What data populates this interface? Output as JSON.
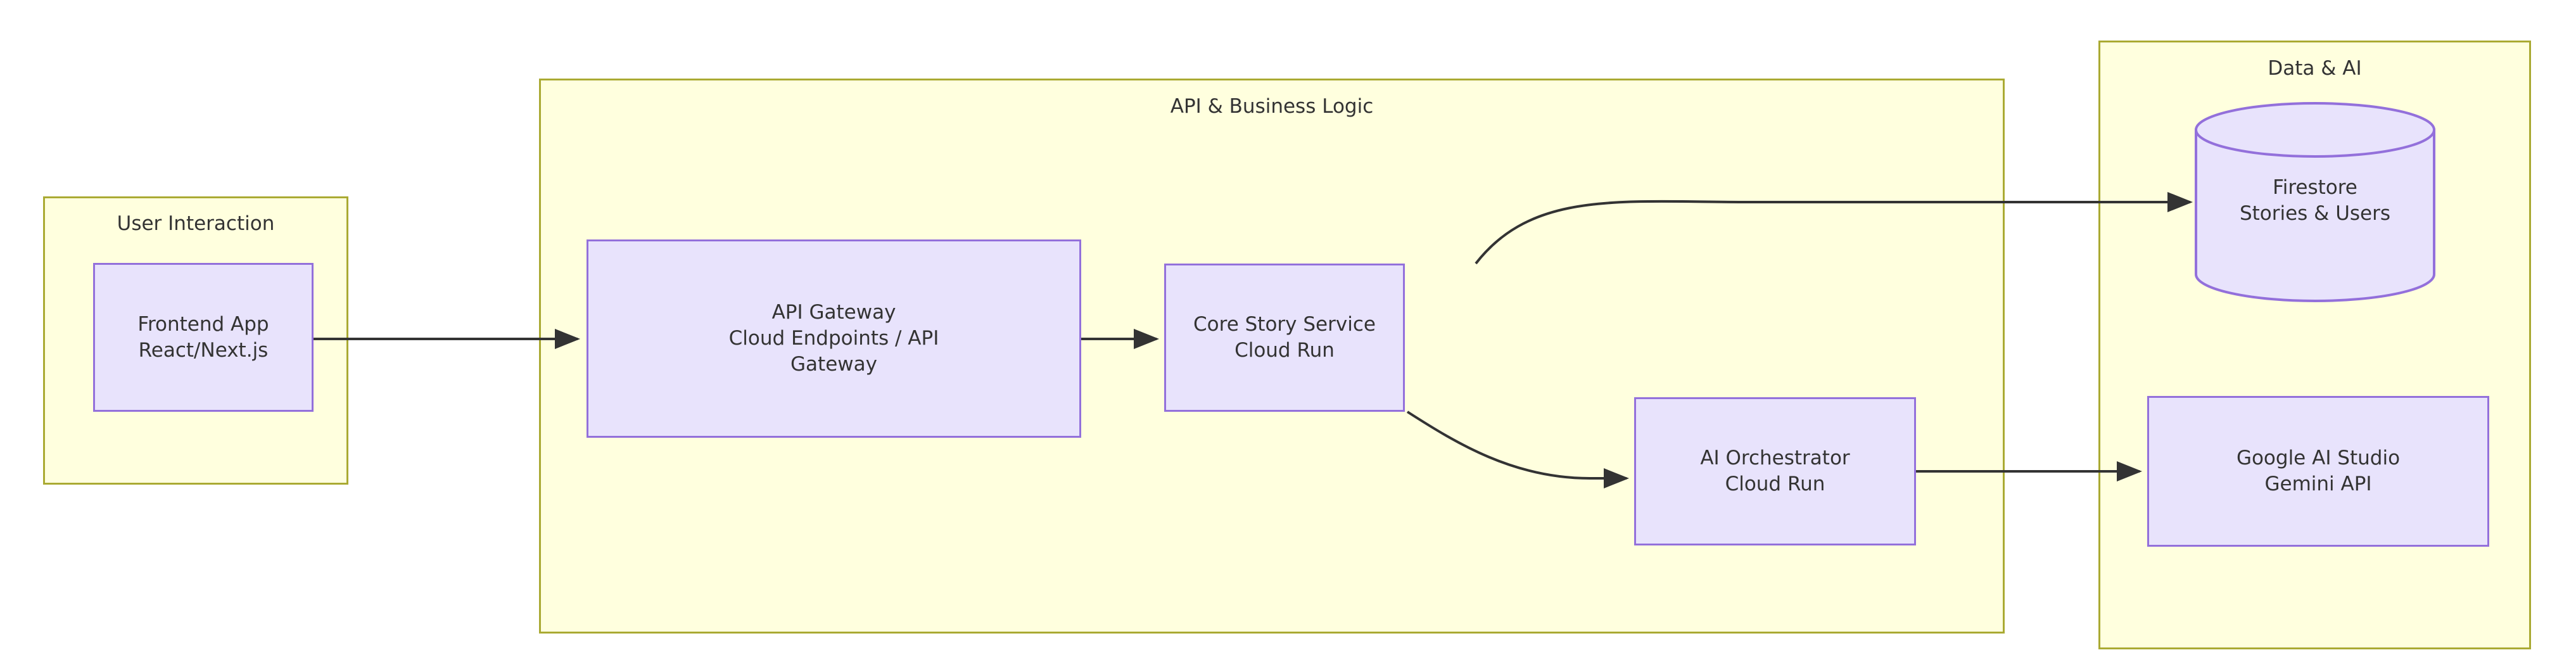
{
  "diagram": {
    "type": "architecture-flowchart",
    "direction": "left-to-right",
    "background_color": "#ffffff",
    "cluster_fill": "#ffffde",
    "cluster_stroke": "#aaaa33",
    "node_fill": "#e8e3fc",
    "node_stroke": "#9370db",
    "text_color": "#333333",
    "edge_color": "#333333"
  },
  "clusters": [
    {
      "id": "user-interaction",
      "title": "User Interaction"
    },
    {
      "id": "api-business-logic",
      "title": "API & Business Logic"
    },
    {
      "id": "data-ai",
      "title": "Data & AI"
    }
  ],
  "nodes": [
    {
      "id": "frontend-app",
      "shape": "rect",
      "cluster": "user-interaction",
      "line1": "Frontend App",
      "line2": "React/Next.js"
    },
    {
      "id": "api-gateway",
      "shape": "rect",
      "cluster": "api-business-logic",
      "line1": "API Gateway",
      "line2": "Cloud Endpoints / API",
      "line3": "Gateway"
    },
    {
      "id": "core-story-service",
      "shape": "rect",
      "cluster": "api-business-logic",
      "line1": "Core Story Service",
      "line2": "Cloud Run"
    },
    {
      "id": "ai-orchestrator",
      "shape": "rect",
      "cluster": "api-business-logic",
      "line1": "AI Orchestrator",
      "line2": "Cloud Run"
    },
    {
      "id": "firestore",
      "shape": "cylinder",
      "cluster": "data-ai",
      "line1": "Firestore",
      "line2": "Stories & Users"
    },
    {
      "id": "google-ai-studio",
      "shape": "rect",
      "cluster": "data-ai",
      "line1": "Google AI Studio",
      "line2": "Gemini API"
    }
  ],
  "edges": [
    {
      "from": "frontend-app",
      "to": "api-gateway",
      "style": "straight",
      "arrow": "single"
    },
    {
      "from": "api-gateway",
      "to": "core-story-service",
      "style": "straight",
      "arrow": "single"
    },
    {
      "from": "core-story-service",
      "to": "firestore",
      "style": "curved",
      "arrow": "single"
    },
    {
      "from": "core-story-service",
      "to": "ai-orchestrator",
      "style": "curved",
      "arrow": "single"
    },
    {
      "from": "ai-orchestrator",
      "to": "google-ai-studio",
      "style": "straight",
      "arrow": "single"
    }
  ]
}
